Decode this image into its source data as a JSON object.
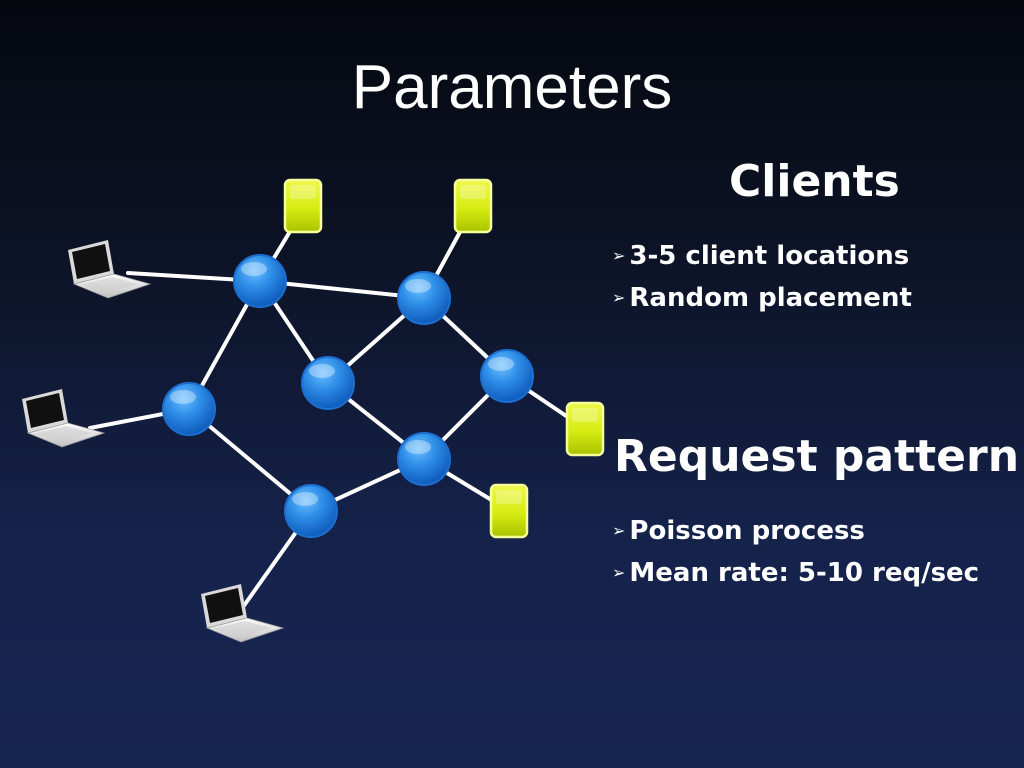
{
  "slide": {
    "title": "Parameters",
    "bullet_icon": "arrowhead-bullet-icon",
    "bullet_glyph": "➢"
  },
  "clients": {
    "heading": "Clients",
    "bullets": [
      "3-5 client locations",
      "Random placement"
    ]
  },
  "request_pattern": {
    "heading": "Request pattern",
    "bullets": [
      "Poisson process",
      "Mean rate: 5-10 req/sec"
    ]
  },
  "diagram": {
    "router_color": "#2f8fe8",
    "server_color": "#ddf020",
    "link_color": "#ffffff",
    "laptop_color": "#e8e8e8",
    "router_icon": "router-node-icon",
    "server_icon": "server-icon",
    "laptop_icon": "laptop-icon"
  }
}
